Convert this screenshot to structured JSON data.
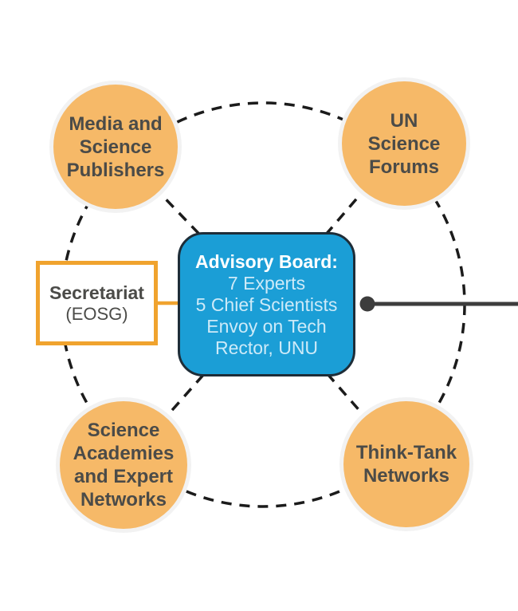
{
  "diagram": {
    "type": "hub-and-spoke organizational diagram",
    "circles": [
      {
        "id": "media-science-publishers",
        "lines": [
          "Media and",
          "Science",
          "Publishers"
        ]
      },
      {
        "id": "un-science-forums",
        "lines": [
          "UN",
          "Science",
          "Forums"
        ]
      },
      {
        "id": "science-academies-expert-networks",
        "lines": [
          "Science",
          "Academies",
          "and Expert",
          "Networks"
        ]
      },
      {
        "id": "think-tank-networks",
        "lines": [
          "Think-Tank",
          "Networks"
        ]
      }
    ],
    "advisory_board": {
      "title": "Advisory Board:",
      "lines": [
        "7 Experts",
        "5 Chief Scientists",
        "Envoy on Tech",
        "Rector, UNU"
      ]
    },
    "secretariat": {
      "title": "Secretariat",
      "subtitle": "(EOSG)"
    },
    "colors": {
      "background": "#ffffff",
      "circle_fill": "#f6b968",
      "circle_halo": "#f2f2f2",
      "circle_text": "#4b4b48",
      "advisory_fill": "#1b9ed6",
      "advisory_border": "#1e2d38",
      "advisory_title_text": "#ffffff",
      "advisory_body_text": "#cdeaf8",
      "secretariat_border": "#f0a32e",
      "secretariat_text": "#4b4b48",
      "dashed_line": "#1b1b1b",
      "report_line": "#3d3d3d"
    }
  }
}
